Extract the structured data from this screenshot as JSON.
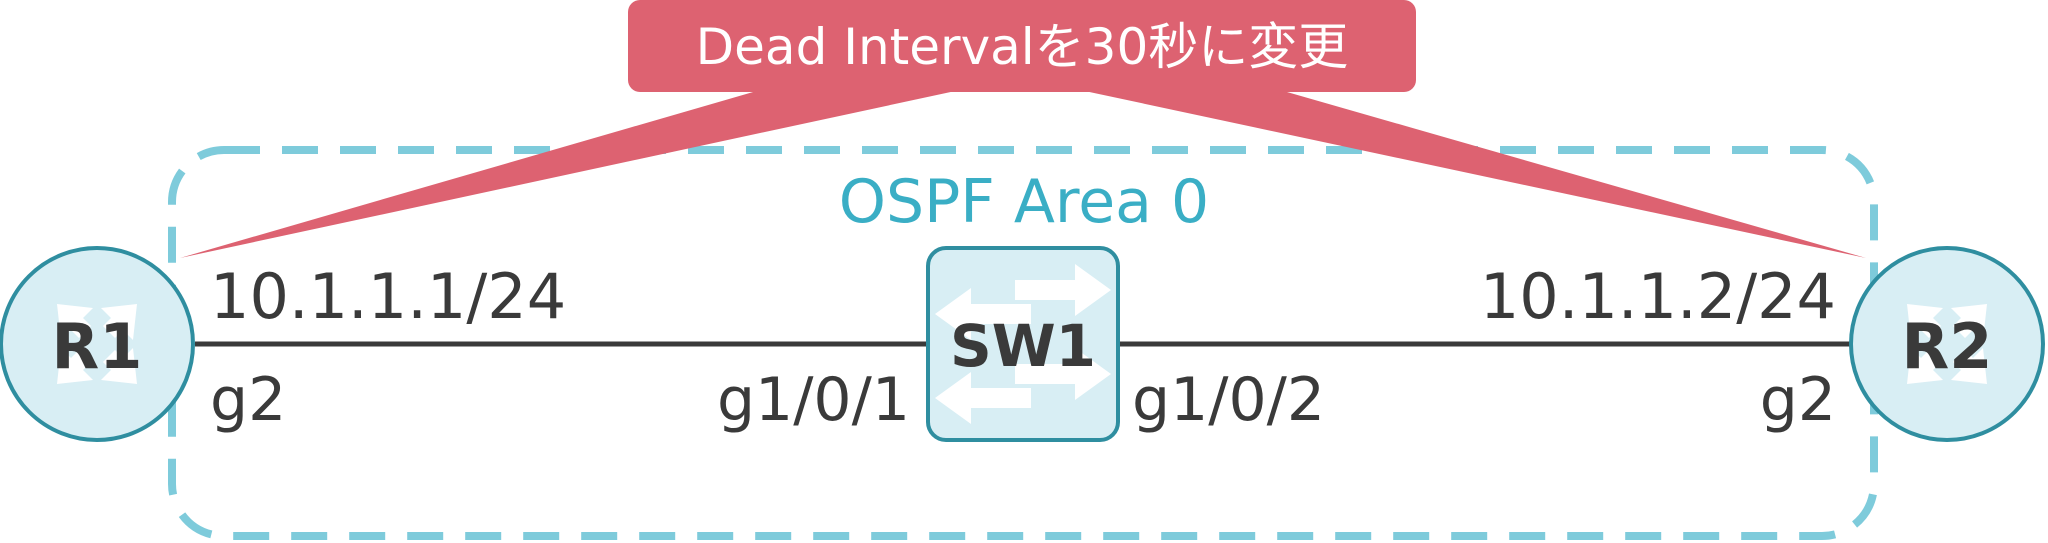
{
  "colors": {
    "area_border": "#7ecbdb",
    "area_text": "#3aaec5",
    "device_fill": "#d8eef4",
    "device_stroke": "#2f8ea0",
    "device_arrow": "#ffffff",
    "link": "#3a3a3a",
    "callout_fill": "#dd6271",
    "callout_text": "#ffffff",
    "label_text": "#3a3a3a"
  },
  "area": {
    "label": "OSPF Area 0"
  },
  "callout": {
    "text": "Dead Intervalを30秒に変更"
  },
  "devices": {
    "r1": {
      "name": "R1",
      "icon": "router-icon"
    },
    "sw1": {
      "name": "SW1",
      "icon": "switch-icon"
    },
    "r2": {
      "name": "R2",
      "icon": "router-icon"
    }
  },
  "links": {
    "r1_sw1": {
      "r1_ip": "10.1.1.1/24",
      "r1_port": "g2",
      "sw1_port": "g1/0/1"
    },
    "sw1_r2": {
      "sw1_port": "g1/0/2",
      "r2_ip": "10.1.1.2/24",
      "r2_port": "g2"
    }
  }
}
